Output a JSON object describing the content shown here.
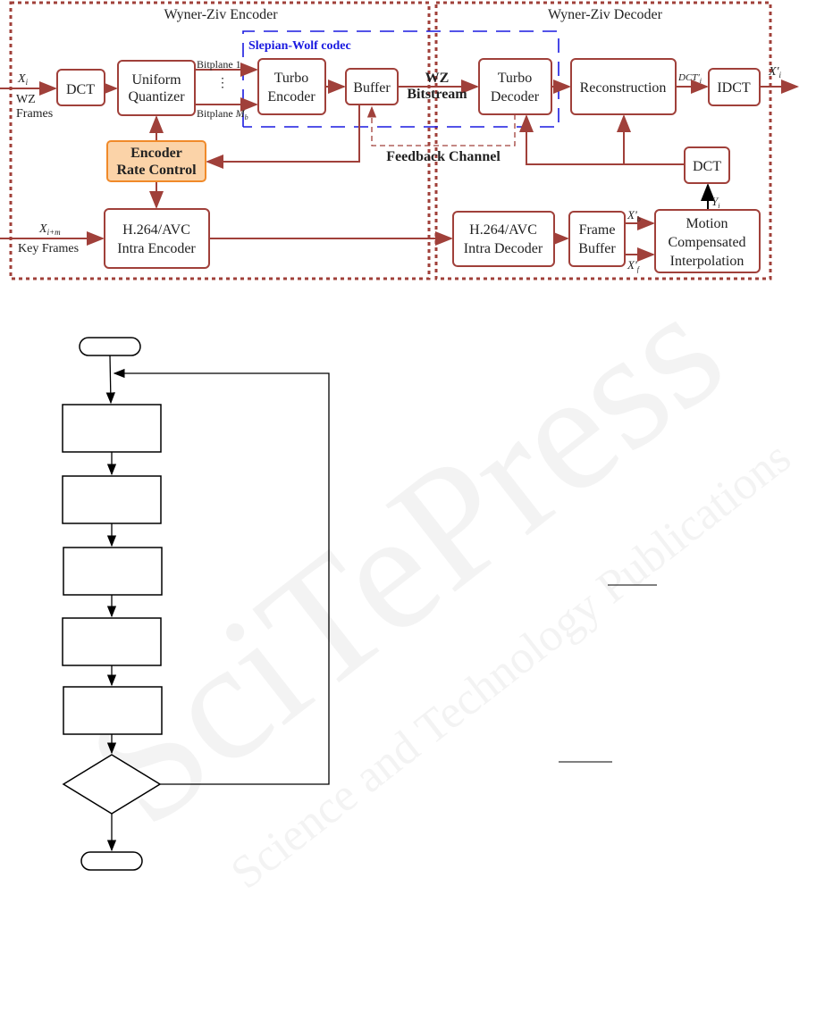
{
  "encoder": {
    "title": "Wyner-Ziv Encoder",
    "dct": "DCT",
    "quantizer": [
      "Uniform",
      "Quantizer"
    ],
    "bitplane_first": "Bitplane 1",
    "bitplane_last": "Bitplane",
    "bitplane_last_sym": "M",
    "bitplane_last_sub": "b",
    "turbo_encoder": [
      "Turbo",
      "Encoder"
    ],
    "buffer": "Buffer",
    "rate_control": [
      "Encoder",
      "Rate Control"
    ],
    "intra_encoder": [
      "H.264/AVC",
      "Intra Encoder"
    ],
    "input_wz_sym": "X",
    "input_wz_sub": "i",
    "input_wz_label": [
      "WZ",
      "Frames"
    ],
    "input_key_sym": "X",
    "input_key_sub": "i+m",
    "input_key_label": "Key Frames"
  },
  "slepian_wolf": {
    "title": "Slepian-Wolf codec"
  },
  "channel": {
    "bitstream": [
      "WZ",
      "Bitstream"
    ],
    "feedback": "Feedback Channel"
  },
  "decoder": {
    "title": "Wyner-Ziv Decoder",
    "turbo_decoder": [
      "Turbo",
      "Decoder"
    ],
    "reconstruction": "Reconstruction",
    "dct_out_label": "DCT'",
    "dct_out_sub": "i",
    "idct": "IDCT",
    "output_label": "X'",
    "output_sub": "i",
    "side_dct": "DCT",
    "yi_sym": "Y",
    "yi_sub": "i",
    "intra_decoder": [
      "H.264/AVC",
      "Intra Decoder"
    ],
    "frame_buffer": [
      "Frame",
      "Buffer"
    ],
    "xb_sym": "X'",
    "xb_sub": "b",
    "xf_sym": "X'",
    "xf_sub": "f",
    "mci": [
      "Motion",
      "Compensated",
      "Interpolation"
    ]
  },
  "watermark": [
    "SciTePress",
    "Science and Technology Publications"
  ]
}
